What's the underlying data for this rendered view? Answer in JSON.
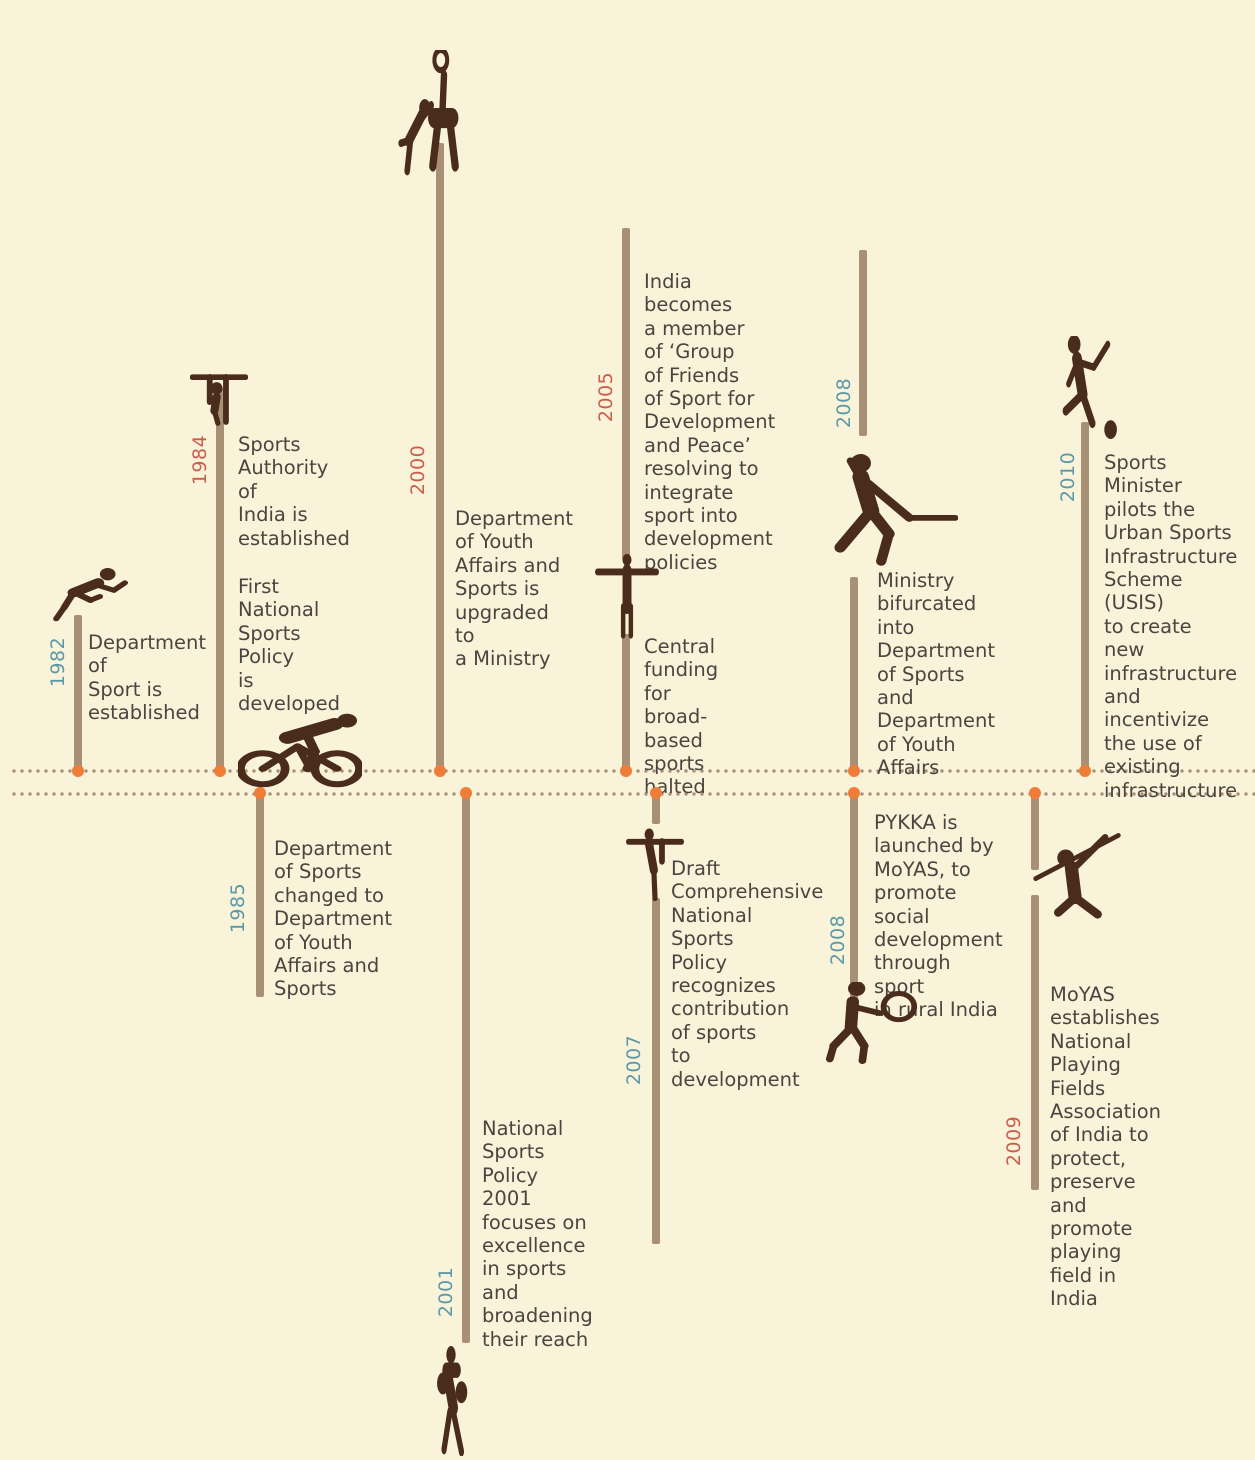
{
  "colors": {
    "background": "#f9f3d9",
    "stem": "#a89077",
    "node": "#f07d37",
    "icon": "#4a2c1c",
    "year_teal": "#5b98a8",
    "year_red": "#cf5b4b",
    "text": "#4a4540"
  },
  "events": [
    {
      "id": "1982",
      "year": "1982",
      "year_color": "teal",
      "icon": "runner-icon",
      "description": "Department\nof\nSport is\nestablished"
    },
    {
      "id": "1984",
      "year": "1984",
      "year_color": "red",
      "icon": "gymnast-icon",
      "description": "Sports\nAuthority of\nIndia is\nestablished"
    },
    {
      "id": "1984b",
      "year": "",
      "year_color": "red",
      "icon": "",
      "description": "First National\nSports Policy\nis developed"
    },
    {
      "id": "1985",
      "year": "1985",
      "year_color": "teal",
      "icon": "cyclist-icon",
      "description": "Department\nof Sports\nchanged to\nDepartment\nof Youth\nAffairs and\nSports"
    },
    {
      "id": "2000",
      "year": "2000",
      "year_color": "red",
      "icon": "basketball-icon",
      "description": "Department\nof Youth\nAffairs and\nSports is\nupgraded to\na Ministry"
    },
    {
      "id": "2001",
      "year": "2001",
      "year_color": "teal",
      "icon": "boxer-icon",
      "description": "National\nSports\nPolicy 2001\nfocuses on\nexcellence\nin sports\nand\nbroadening\ntheir reach"
    },
    {
      "id": "2005",
      "year": "2005",
      "year_color": "red",
      "icon": "rings-gymnast-icon",
      "description": "India becomes\na member\nof ‘Group\nof Friends\nof Sport for\nDevelopment\nand Peace’\nresolving to\nintegrate\nsport into\ndevelopment\npolicies"
    },
    {
      "id": "2005b",
      "year": "",
      "year_color": "red",
      "icon": "",
      "description": "Central\nfunding for\nbroad-based\nsports halted"
    },
    {
      "id": "2007",
      "year": "2007",
      "year_color": "teal",
      "icon": "weightlifter-icon",
      "description": "Draft\nComprehensive\nNational\nSports\nPolicy\nrecognizes\ncontribution\nof sports\nto\ndevelopment"
    },
    {
      "id": "2008a",
      "year": "2008",
      "year_color": "teal",
      "icon": "fencer-icon",
      "description": "Ministry\nbifurcated\ninto\nDepartment\nof Sports and\nDepartment\nof Youth\nAffairs"
    },
    {
      "id": "2008b",
      "year": "2008",
      "year_color": "teal",
      "icon": "tennis-player-icon",
      "description": "PYKKA is\nlaunched by\nMoYAS, to\npromote social\ndevelopment\nthrough sport\nin rural India"
    },
    {
      "id": "2009",
      "year": "2009",
      "year_color": "red",
      "icon": "javelin-thrower-icon",
      "description": "MoYAS\nestablishes\nNational Playing\nFields Association\nof India to\nprotect,\npreserve and\npromote playing\nfield in India"
    },
    {
      "id": "2010",
      "year": "2010",
      "year_color": "teal",
      "icon": "footballer-icon",
      "description": "Sports Minister\npilots the\nUrban Sports\nInfrastructure\nScheme (USIS)\nto create new\ninfrastructure\nand incentivize\nthe use of\nexisting\ninfrastructure"
    }
  ]
}
